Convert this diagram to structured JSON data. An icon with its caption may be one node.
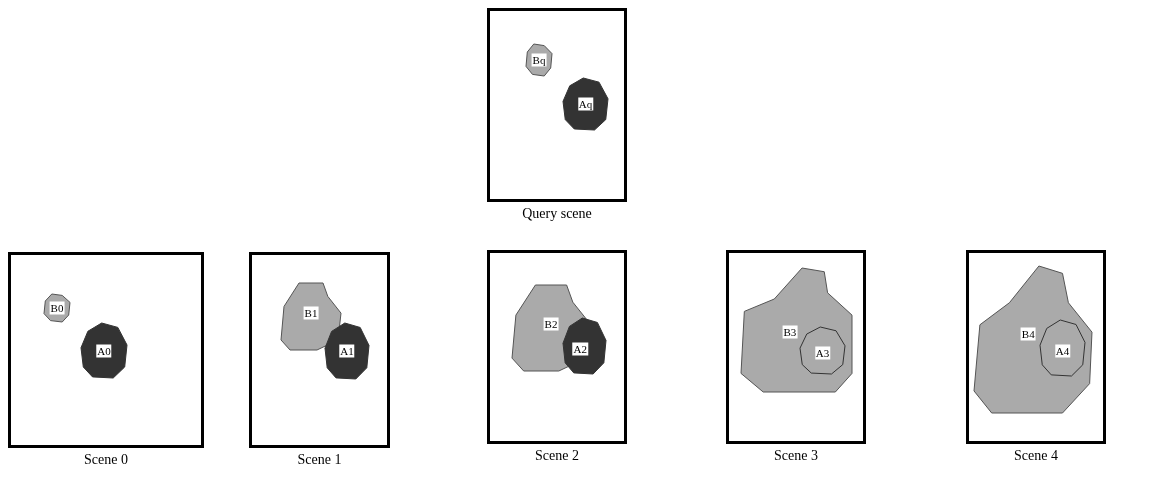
{
  "diagram": {
    "nodes": [
      {
        "text": [],
        "shape": "box",
        "beside": [
          "Query scene"
        ]
      },
      {
        "text": [
          "Bq"
        ],
        "in": 0
      },
      {
        "text": [
          "Aq"
        ],
        "in": 0
      },
      {
        "text": [],
        "shape": "box",
        "beside": [
          "Scene 0"
        ]
      },
      {
        "text": [
          "B0"
        ],
        "in": 3
      },
      {
        "text": [
          "A0"
        ],
        "in": 3
      },
      {
        "text": [],
        "shape": "box",
        "beside": [
          "Scene 1"
        ]
      },
      {
        "text": [
          "B1"
        ],
        "in": 6
      },
      {
        "text": [
          "A1"
        ],
        "in": 6
      },
      {
        "text": [],
        "shape": "box",
        "beside": [
          "Scene 2"
        ]
      },
      {
        "text": [
          "B2"
        ],
        "in": 9
      },
      {
        "text": [
          "A2"
        ],
        "in": 9
      },
      {
        "text": [],
        "shape": "box",
        "beside": [
          "Scene 3"
        ]
      },
      {
        "text": [
          "B3"
        ],
        "in": 12
      },
      {
        "text": [
          "A3"
        ],
        "in": 13
      },
      {
        "text": [],
        "shape": "box",
        "beside": [
          "Scene 4"
        ]
      },
      {
        "text": [
          "B4"
        ],
        "in": 15
      },
      {
        "text": [
          "A4"
        ],
        "in": 16
      }
    ],
    "edges": []
  }
}
